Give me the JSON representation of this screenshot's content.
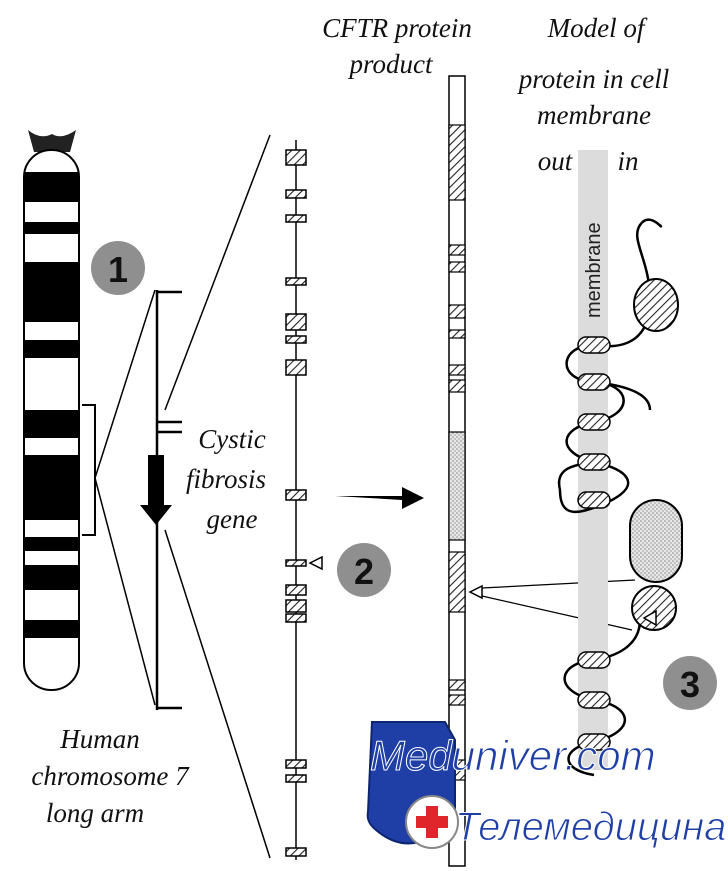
{
  "labels": {
    "cftr": [
      "CFTR protein",
      "product"
    ],
    "model": [
      "Model of",
      "protein in cell",
      "membrane"
    ],
    "out": "out",
    "in": "in",
    "membrane": "membrane",
    "gene": [
      "Cystic",
      "fibrosis",
      "gene"
    ],
    "chromosome": [
      "Human",
      "chromosome 7",
      "long arm"
    ]
  },
  "steps": [
    "1",
    "2",
    "3"
  ],
  "watermark": {
    "site": "Meduniver.com",
    "tagline": "Телемедицина"
  },
  "colors": {
    "step_circle": "#8f8f8f",
    "membrane_band": "#dcdcdc",
    "watermark_blue": "#1f3fa6",
    "watermark_red": "#e0262a"
  }
}
